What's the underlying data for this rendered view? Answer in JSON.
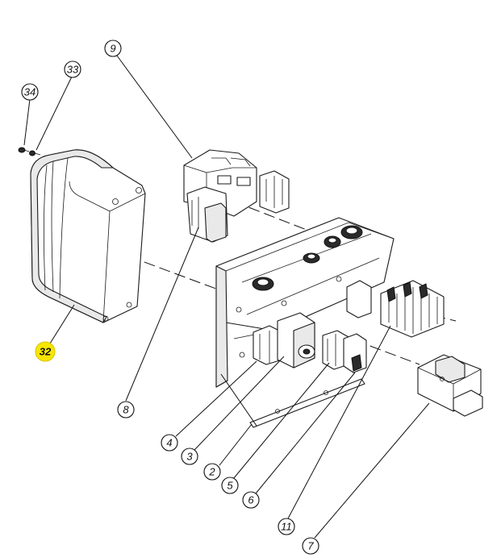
{
  "callouts": [
    {
      "id": "9",
      "label": "9"
    },
    {
      "id": "33",
      "label": "33"
    },
    {
      "id": "34",
      "label": "34"
    },
    {
      "id": "32",
      "label": "32",
      "highlighted": true
    },
    {
      "id": "8",
      "label": "8"
    },
    {
      "id": "4",
      "label": "4"
    },
    {
      "id": "3",
      "label": "3"
    },
    {
      "id": "2",
      "label": "2"
    },
    {
      "id": "5",
      "label": "5"
    },
    {
      "id": "6",
      "label": "6"
    },
    {
      "id": "11",
      "label": "11"
    },
    {
      "id": "7",
      "label": "7"
    }
  ],
  "colors": {
    "highlight": "#f7e600",
    "line": "#111111",
    "background": "#ffffff"
  }
}
